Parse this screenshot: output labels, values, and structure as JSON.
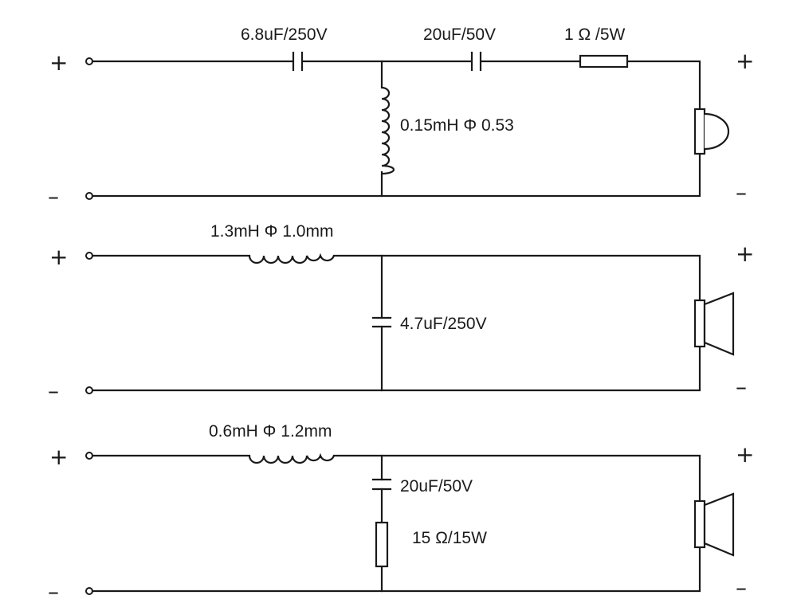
{
  "signs": {
    "plus": "+",
    "minus": "–"
  },
  "tweeter_section": {
    "cap_1": "6.8uF/250V",
    "cap_2": "20uF/50V",
    "resistor": "1 Ω /5W",
    "inductor": "0.15mH Φ 0.53"
  },
  "mid_section": {
    "inductor": "1.3mH Φ 1.0mm",
    "cap": "4.7uF/250V"
  },
  "woofer_section": {
    "inductor": "0.6mH Φ 1.2mm",
    "cap": "20uF/50V",
    "resistor": "15 Ω/15W"
  }
}
